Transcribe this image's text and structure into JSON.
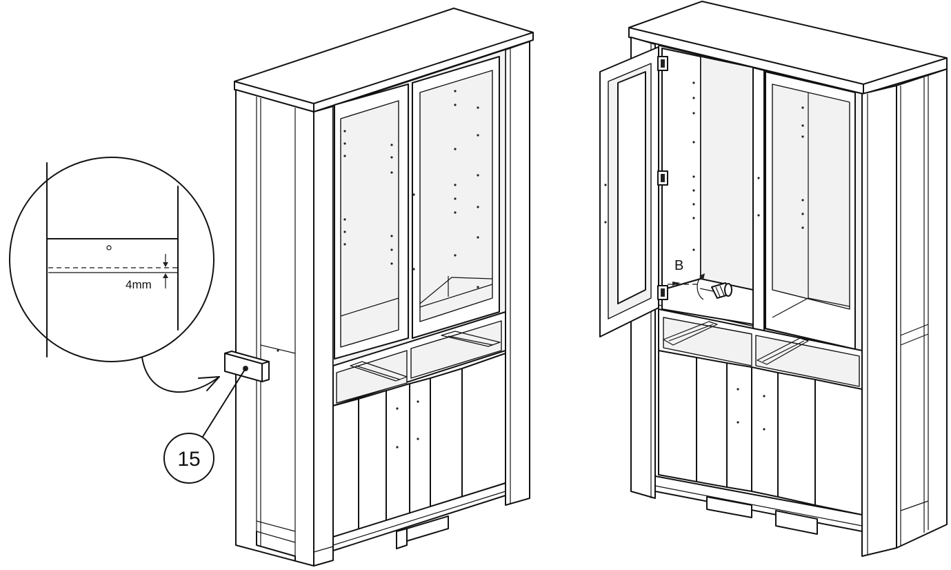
{
  "callouts": {
    "part_number": "15",
    "gap_measure": "4mm",
    "screw_label": "B"
  }
}
